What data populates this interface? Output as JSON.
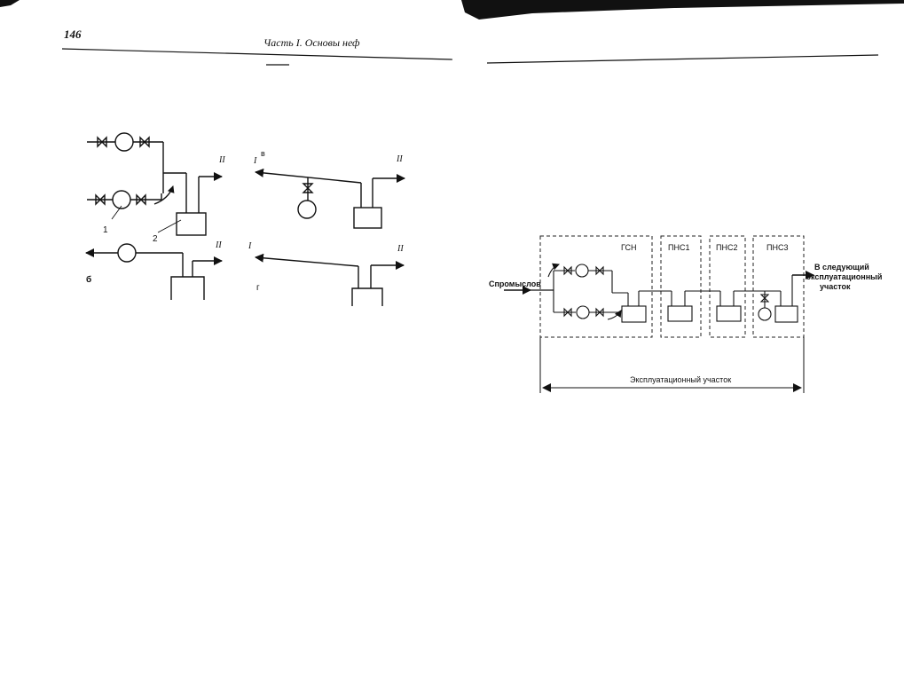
{
  "left_page": {
    "page_number": "146",
    "running_head": "Часть I. Основы неф"
  },
  "fig_left": {
    "panel_labels": {
      "a": "",
      "b": "б",
      "v": "в",
      "g": "г"
    },
    "callout_1": "1",
    "callout_2": "2",
    "marks": {
      "a_out": "II",
      "b_out": "II",
      "v_in": "I",
      "v_out": "II",
      "g_in": "I",
      "g_out": "II"
    }
  },
  "fig_right": {
    "input_label": "Спромыслов",
    "output_label_lines": [
      "В следующий",
      "эксплуатационный",
      "участок"
    ],
    "station_labels": [
      "ГСН",
      "ПНС1",
      "ПНС2",
      "ПНС3"
    ],
    "section_label": "Эксплуатационный участок"
  }
}
